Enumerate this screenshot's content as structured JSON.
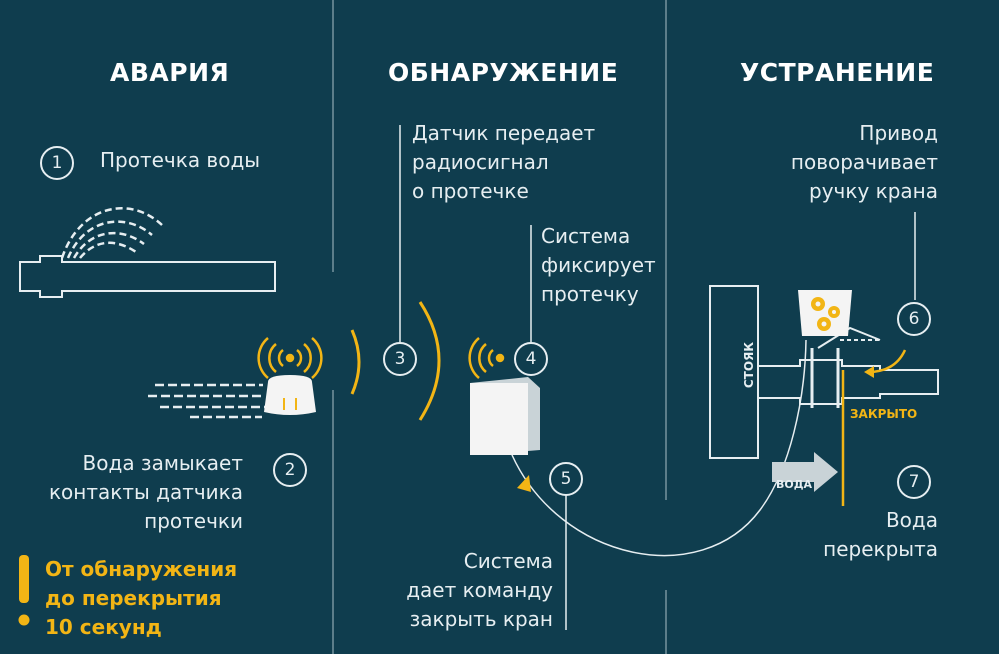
{
  "columns": {
    "accident": "АВАРИЯ",
    "detection": "ОБНАРУЖЕНИЕ",
    "elimination": "УСТРАНЕНИЕ"
  },
  "steps": [
    {
      "num": "1",
      "text": "Протечка воды"
    },
    {
      "num": "2",
      "lines": [
        "Вода замыкает",
        "контакты датчика",
        "протечки"
      ]
    },
    {
      "num": "3",
      "lines": [
        "Датчик передает",
        "радиосигнал",
        "о протечке"
      ]
    },
    {
      "num": "4",
      "lines": [
        "Система",
        "фиксирует",
        "протечку"
      ]
    },
    {
      "num": "5",
      "lines": [
        "Система",
        "дает команду",
        "закрыть кран"
      ]
    },
    {
      "num": "6",
      "lines": [
        "Привод",
        "поворачивает",
        "ручку крана"
      ]
    },
    {
      "num": "7",
      "lines": [
        "Вода",
        "перекрыта"
      ]
    }
  ],
  "warning": {
    "icon": "exclamation-icon",
    "lines": [
      "От обнаружения",
      "до перекрытия",
      "10 секунд"
    ]
  },
  "labels": {
    "riser": "СТОЯК",
    "water": "ВОДА",
    "closed": "ЗАКРЫТО"
  },
  "colors": {
    "background": "#0f3d4e",
    "text": "#e6eef1",
    "accent": "#f2b515"
  }
}
